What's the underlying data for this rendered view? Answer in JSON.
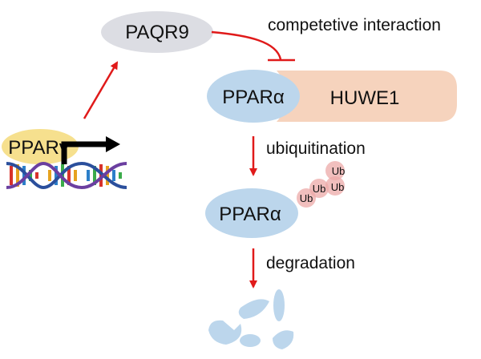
{
  "nodes": {
    "paqr9": "PAQR9",
    "ppara_top": "PPARα",
    "huwe1": "HUWE1",
    "pparg": "PPARγ",
    "ppara_bottom": "PPARα"
  },
  "labels": {
    "competitive": "competetive interaction",
    "ubiquitination": "ubiquitination",
    "degradation": "degradation"
  },
  "ub_tags": [
    "Ub",
    "Ub",
    "Ub",
    "Ub"
  ],
  "colors": {
    "arrow_red": "#e01a1a",
    "blue_blob": "#bcd6ec",
    "huwe1_fill": "#f6d3bd",
    "paqr9_fill": "#dcdde3",
    "pparg_fill": "#f6e08e",
    "ub_fill": "#ecaaa8"
  },
  "icons": {
    "dna": "dna-helix-icon",
    "promoter": "promoter-arrow-icon",
    "fragments": "degraded-protein-fragments-icon"
  }
}
